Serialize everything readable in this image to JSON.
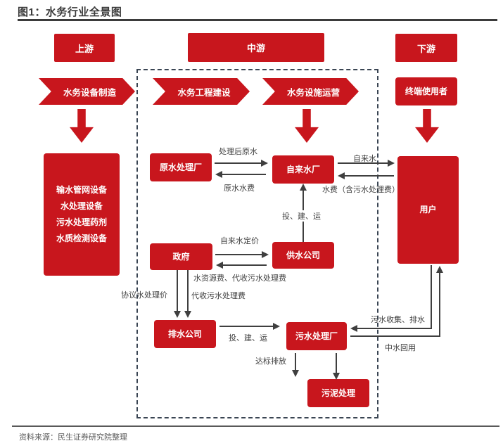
{
  "title": "图1：水务行业全景图",
  "source": "资料来源：民生证券研究院整理",
  "stages": {
    "up": "上游",
    "mid": "中游",
    "down": "下游"
  },
  "chains": {
    "equip": "水务设备制造",
    "build": "水务工程建设",
    "operate": "水务设施运营",
    "terminal": "终端使用者"
  },
  "nodes": {
    "equipment_items": [
      "输水管网设备",
      "水处理设备",
      "污水处理药剂",
      "水质检测设备"
    ],
    "raw_plant": "原水处理厂",
    "tap_plant": "自来水厂",
    "user": "用户",
    "gov": "政府",
    "supply_co": "供水公司",
    "drain_co": "排水公司",
    "sewage_plant": "污水处理厂",
    "sludge": "污泥处理"
  },
  "flows": {
    "treated_raw": "处理后原水",
    "raw_fee": "原水水费",
    "tap_water": "自来水",
    "water_fee": "水费（含污水处理费）",
    "ibo1": "投、建、运",
    "pricing": "自来水定价",
    "resource_fee": "水资源费、代收污水处理费",
    "agreement": "协议水处理价",
    "collect_fee": "代收污水处理费",
    "ibo2": "投、建、运",
    "discharge": "达标排放",
    "collection": "污水收集、排水",
    "reuse": "中水回用"
  },
  "colors": {
    "brand_red": "#c8161d",
    "line": "#3f3f3f",
    "dash_border": "#3a4553",
    "title_text": "#3b3b3b",
    "footer_text": "#595959"
  }
}
